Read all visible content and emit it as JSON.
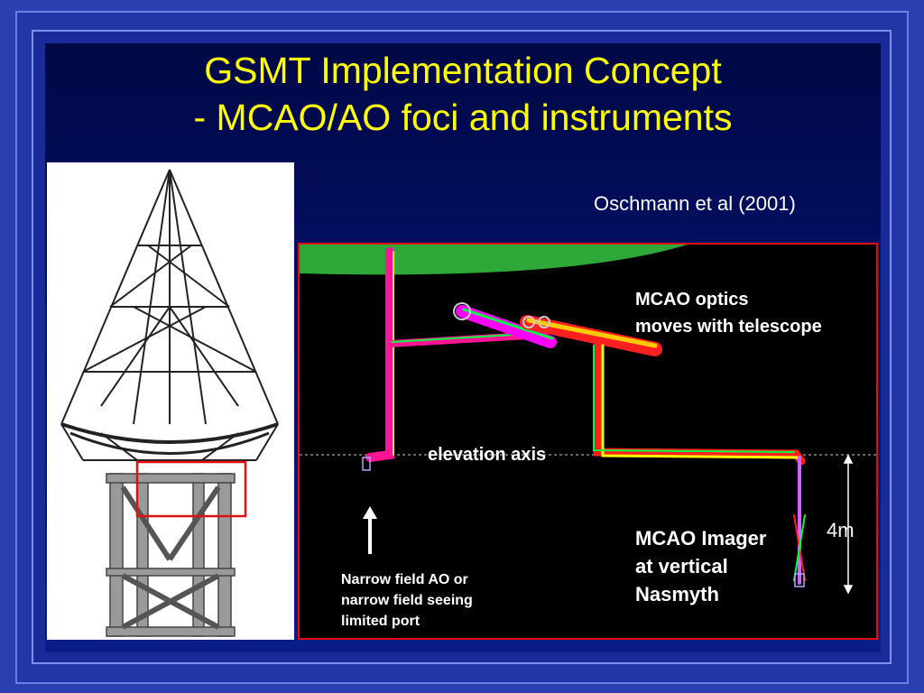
{
  "slide": {
    "title_line1": "GSMT Implementation Concept",
    "title_line2": "- MCAO/AO foci and instruments",
    "citation": "Oschmann et al (2001)"
  },
  "diagram": {
    "mcao_optics_line1": "MCAO optics",
    "mcao_optics_line2": "moves with telescope",
    "elevation_axis": "elevation axis",
    "imager_line1": "MCAO Imager",
    "imager_line2": "at vertical",
    "imager_line3": "Nasmyth",
    "narrow_line1": "Narrow field AO or",
    "narrow_line2": "narrow field seeing",
    "narrow_line3": "limited port",
    "scale_label": "4m"
  },
  "colors": {
    "title": "#ffff00",
    "background": "#031069",
    "highlight_box": "#e01010"
  }
}
